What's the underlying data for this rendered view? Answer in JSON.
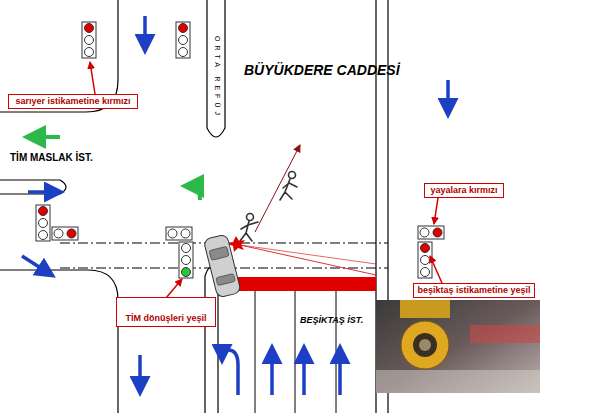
{
  "diagram": {
    "nodes": [
      {
        "text": [
          "sarıyer istikametine kırmızı"
        ]
      },
      {
        "text": [
          "yayalara kırmızı"
        ]
      },
      {
        "text": [
          "TİM dönüşleri yeşil"
        ]
      },
      {
        "text": [
          "beşiktaş istikametine yeşil"
        ]
      }
    ],
    "labels": [
      "BÜYÜKDERE CADDESİ",
      "ORTA REFÜJ",
      "TİM MASLAK İST.",
      "BEŞİKTAŞ İST."
    ]
  }
}
